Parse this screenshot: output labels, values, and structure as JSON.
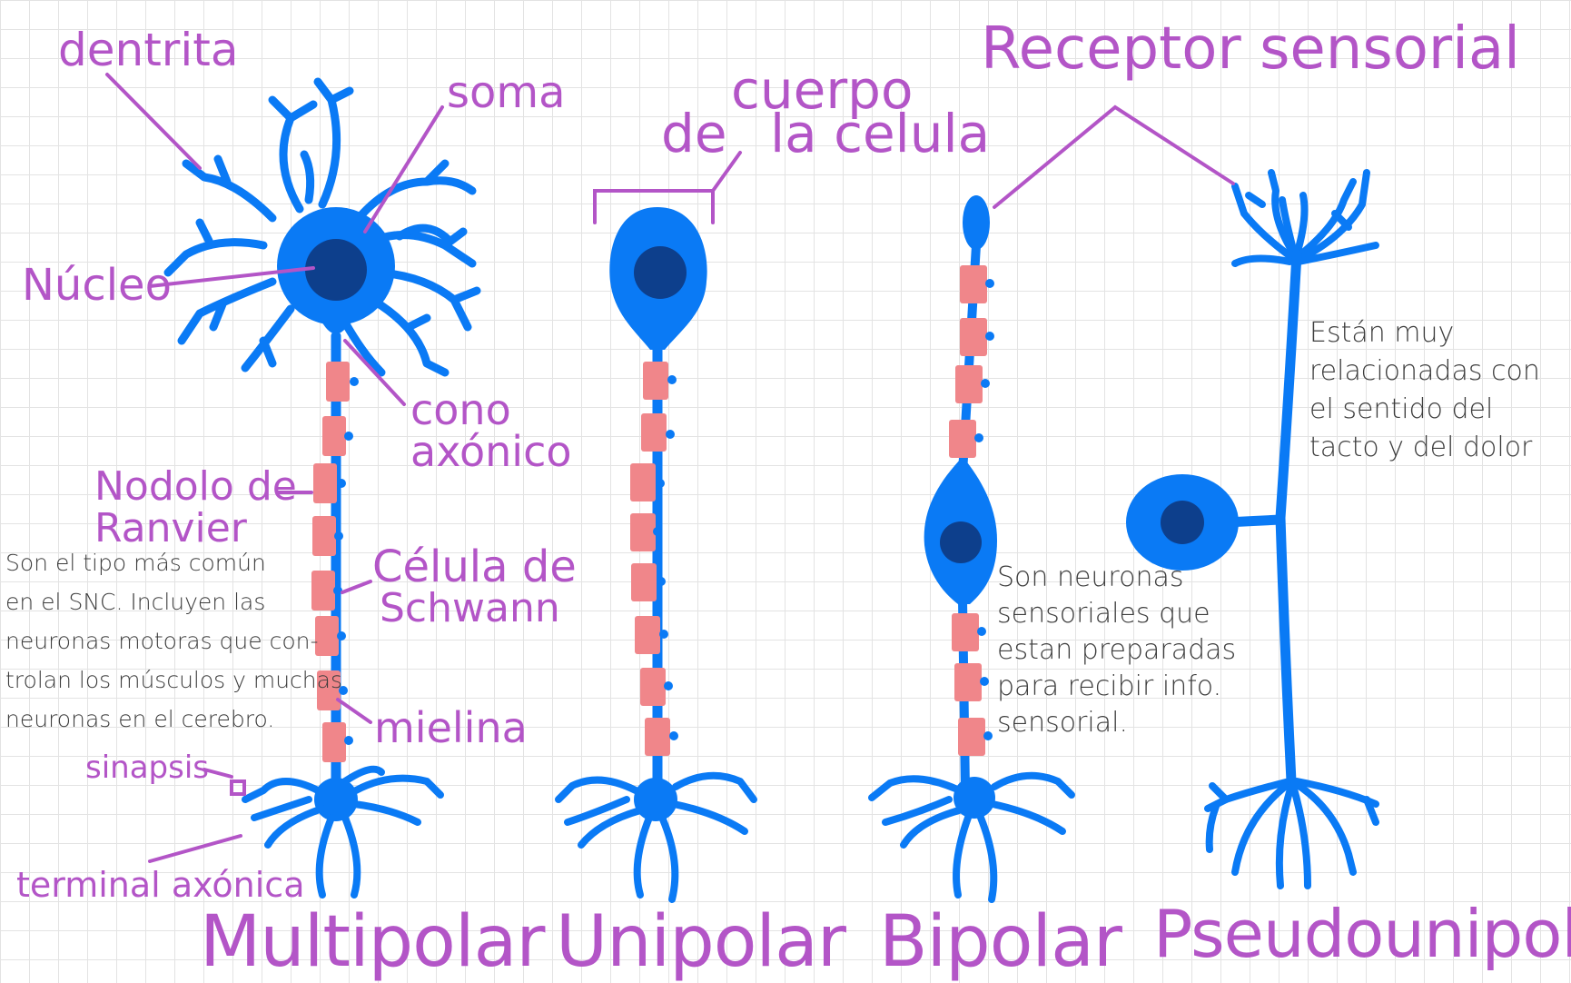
{
  "labels": {
    "dentrita": "dentrita",
    "soma": "soma",
    "cuerpo_line1": "cuerpo",
    "cuerpo_line2_a": "de",
    "cuerpo_line2_b": "la celula",
    "receptor": "Receptor sensorial",
    "nucleo": "Núcleo",
    "cono_line1": "cono",
    "cono_line2": "axónico",
    "nodolo_line1": "Nodolo de",
    "nodolo_line2": "Ranvier",
    "celula_line1": "Célula de",
    "celula_line2": "Schwann",
    "mielina": "mielina",
    "sinapsis": "sinapsis",
    "terminal": "terminal axónica"
  },
  "notes": {
    "multipolar": [
      "Son el tipo más común",
      "en el SNC. Incluyen las",
      "neuronas motoras que con-",
      "trolan los músculos y muchas",
      "neuronas en el cerebro."
    ],
    "bipolar": [
      "Son neuronas",
      "sensoriales que",
      "estan preparadas",
      "para recibir info.",
      "sensorial."
    ],
    "pseudounipolar": [
      "Están muy",
      "relacionadas con",
      "el sentido del",
      "tacto y del dolor"
    ]
  },
  "types": {
    "multipolar": "Multipolar",
    "unipolar": "Unipolar",
    "bipolar": "Bipolar",
    "pseudounipolar": "Pseudounipolar"
  },
  "colors": {
    "neuron": "#0a7af5",
    "nucleus": "#0d3f8c",
    "myelin": "#f0868a",
    "label": "#b355c7",
    "note": "#3d3d3d",
    "grid": "#e3e3e3"
  }
}
